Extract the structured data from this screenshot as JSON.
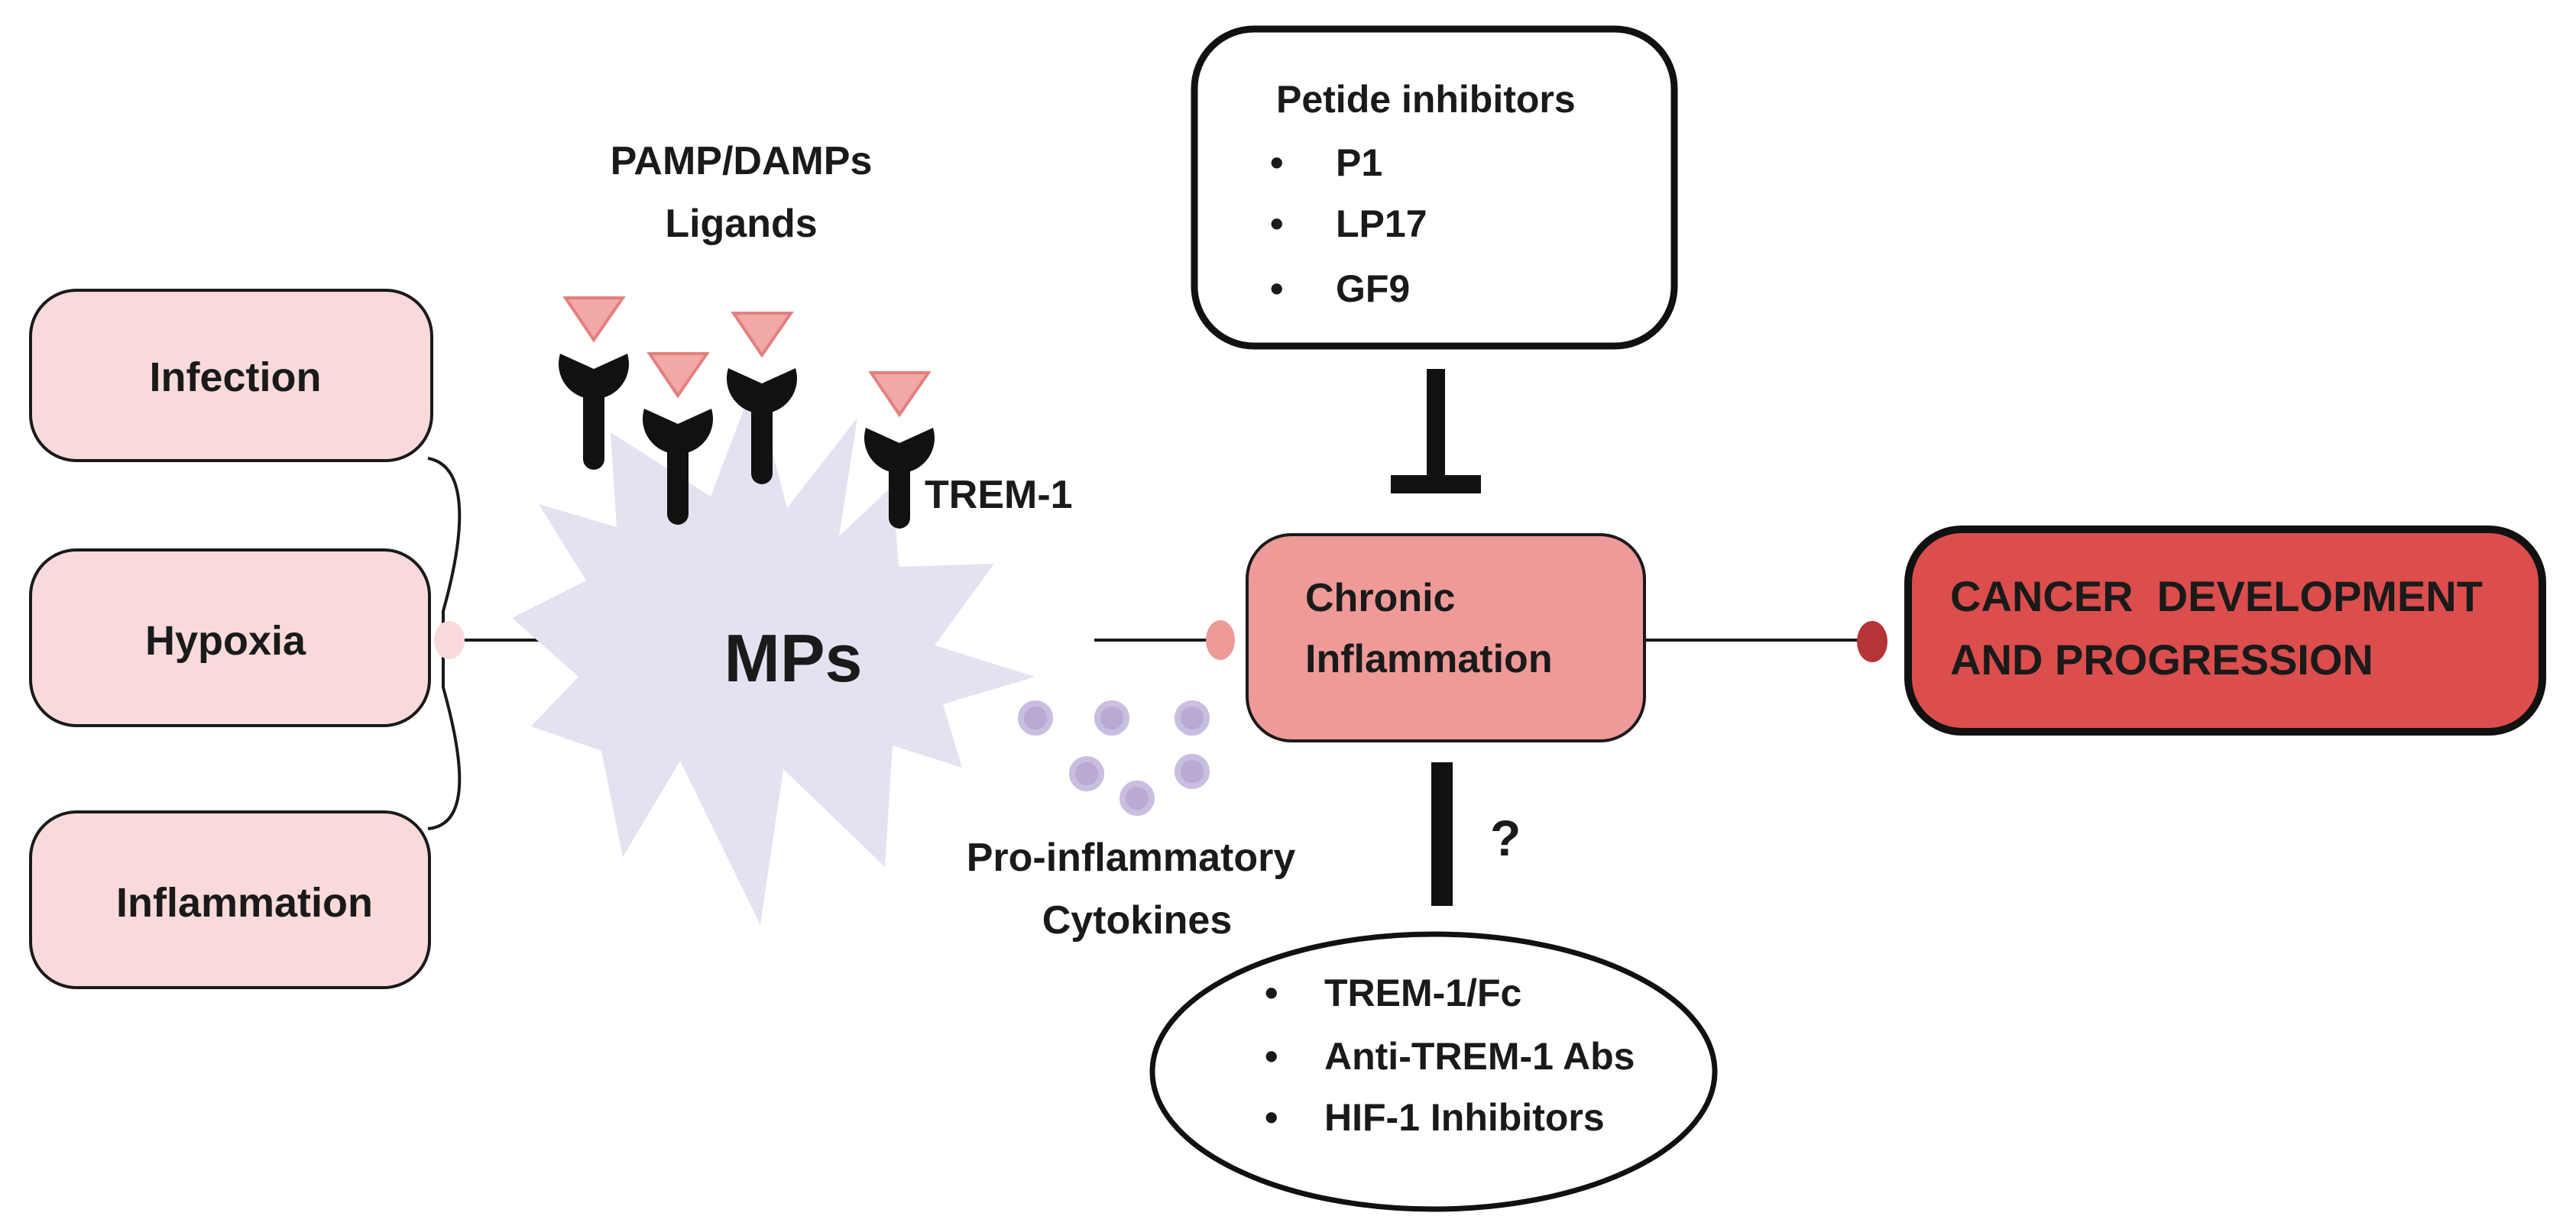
{
  "conditions": [
    "Infection",
    "Hypoxia",
    "Inflammation"
  ],
  "ligands_label": [
    "PAMP/DAMPs",
    "Ligands"
  ],
  "receptor_label": "TREM-1",
  "mps_label": "MPs",
  "cytokines_label": [
    "Pro-inflammatory",
    "Cytokines"
  ],
  "chronic_label": [
    "Chronic",
    "Inflammation"
  ],
  "cancer_label": [
    "CANCER  DEVELOPMENT",
    "AND PROGRESSION"
  ],
  "peptide_box": {
    "title": "Petide inhibitors",
    "items": [
      "P1",
      "LP17",
      "GF9"
    ]
  },
  "question_mark": "?",
  "other_inhibitors": [
    "TREM-1/Fc",
    "Anti-TREM-1 Abs",
    "HIF-1 Inhibitors"
  ],
  "bullet": "•",
  "colors": {
    "condition_fill": "#f9dada",
    "chronic_fill": "#ee9a98",
    "cancer_fill": "#db4e4d",
    "mps_fill": "#e6e1f0",
    "ligand_fill": "#f1a8a6",
    "cytokine_fill": "#b9a9d3"
  }
}
